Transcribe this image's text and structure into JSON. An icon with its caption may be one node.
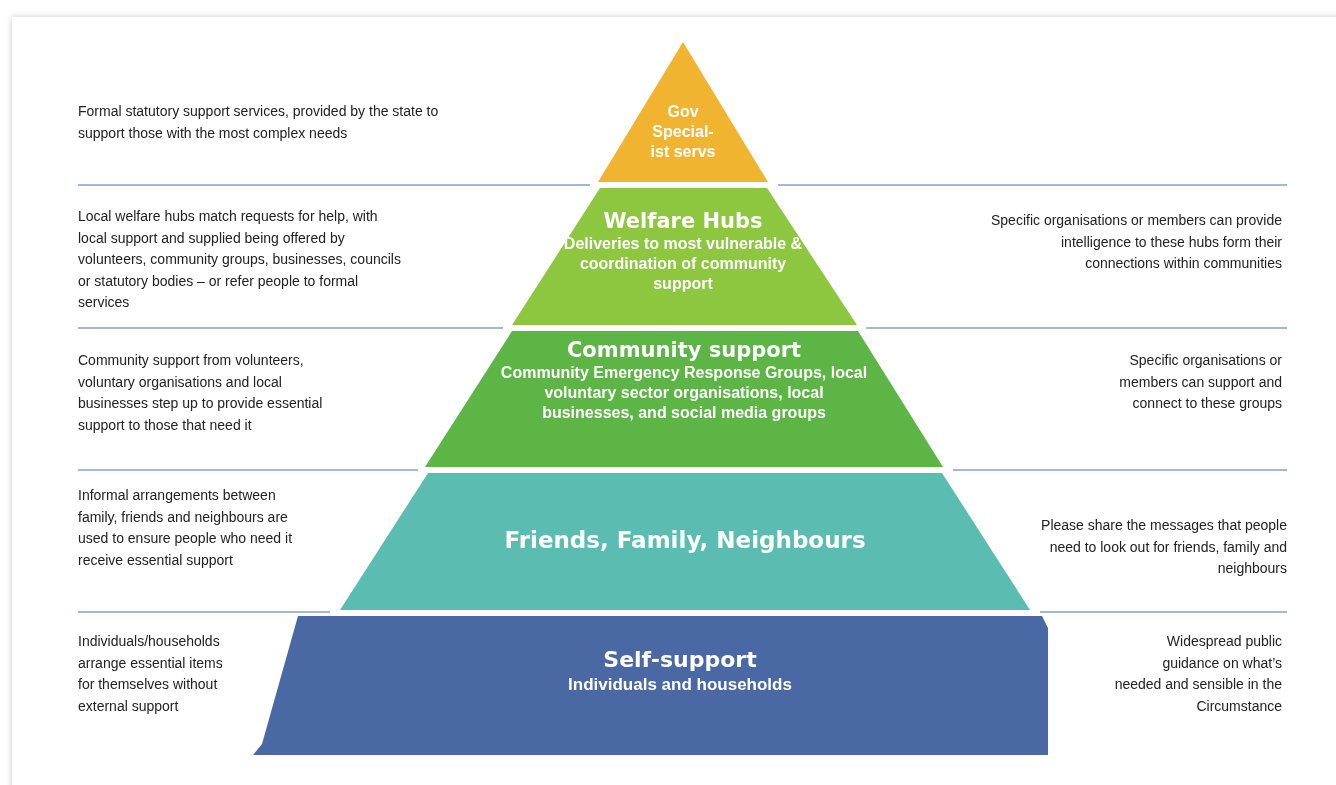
{
  "diagram": {
    "nodes": [
      {
        "text": [
          "Gov Special- ist servs"
        ]
      },
      {
        "text": [
          "Welfare Hubs",
          "Deliveries to most vulnerable & coordination of community support"
        ]
      },
      {
        "text": [
          "Community support",
          "Community Emergency Response Groups, local voluntary sector organisations, local businesses, and social media groups"
        ]
      },
      {
        "text": [
          "Friends, Family, Neighbours"
        ]
      },
      {
        "text": [
          "Self-support",
          "Individuals and households"
        ]
      }
    ],
    "labels": [
      "Formal statutory support services, provided by the state to support those with the most complex needs",
      "Local welfare hubs match requests for help, with local support and supplied being offered by volunteers, community groups, businesses, councils or statutory bodies – or refer people to formal services",
      "Specific organisations or members can provide intelligence to these hubs form their connections within communities",
      "Community support from volunteers, voluntary organisations and local businesses step up to provide essential support to those that need it",
      "Specific organisations or members can support and connect to these groups",
      "Informal arrangements between family, friends and neighbours are used to ensure people who need it receive essential support",
      "Please share the messages that people need to look out for friends, family and neighbours",
      "Individuals/households arrange essential items for themselves without external support",
      "Widespread public guidance on what’s needed and sensible in the Circumstance"
    ]
  }
}
